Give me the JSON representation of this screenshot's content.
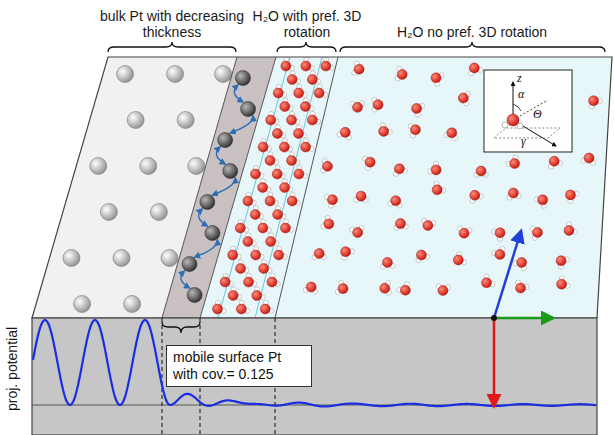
{
  "diagram": {
    "nodes": [
      {
        "text": [
          "mobile surface Pt with cov.= 0.125"
        ]
      }
    ],
    "labels": [
      "bulk Pt with decreasing thickness",
      "H₂O with pref. 3D rotation",
      "H₂O no pref. 3D rotation",
      "proj. potential",
      "z",
      "α",
      "Θ",
      "γ"
    ]
  }
}
